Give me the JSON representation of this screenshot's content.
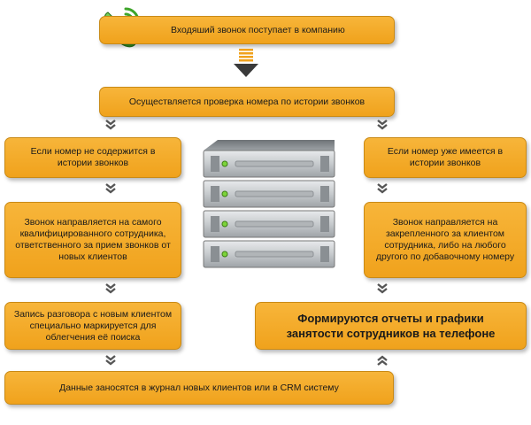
{
  "steps": {
    "incoming": "Входяший звонок поступает в компанию",
    "check": "Осуществляется проверка номера по истории звонков",
    "not_found": "Если номер не содержится в истории звонков",
    "found": "Если номер уже имеется в истории звонков",
    "route_new": "Звонок направляется на самого квалифицированного сотрудника, ответственного за прием звонков от новых клиентов",
    "route_existing": "Звонок направляется на закрепленного за клиентом сотрудника, либо на любого другого по добавочному номеру",
    "record": "Запись разговора с новым клиентом специально маркируется для облегчения её поиска",
    "reports": "Формируются отчеты и графики занятости сотрудников на телефоне",
    "journal": "Данные заносятся в журнал новых клиентов или в CRM систему"
  },
  "icons": {
    "phone": "phone-icon",
    "server": "server-rack-icon",
    "arrow_down": "arrow-down-icon",
    "chevron_down": "chevron-down-icon",
    "chevron_up": "chevron-up-icon"
  },
  "colors": {
    "box_fill": "#f0a21c",
    "box_border": "#c98a16",
    "phone_green": "#3ea52a",
    "chevron": "#555555"
  }
}
